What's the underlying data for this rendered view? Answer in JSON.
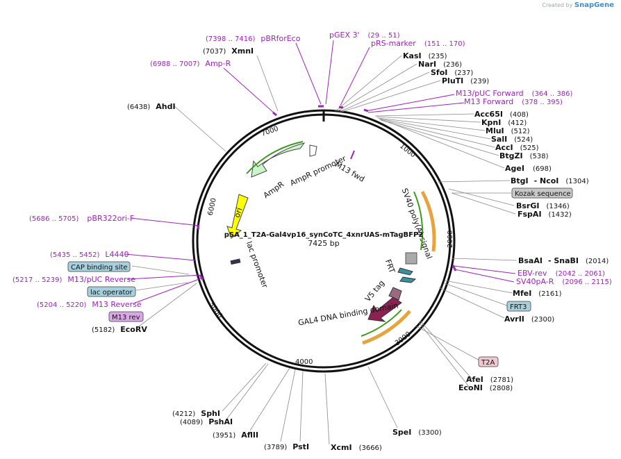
{
  "watermark": {
    "prefix": "Created by",
    "brand": "SnapGene"
  },
  "plasmid": {
    "name": "pSA_1_T2A-Gal4vp16_synCoTC_4xnrUAS-mTagBFP2",
    "length": "7425 bp"
  },
  "ticks": [
    "1000",
    "2000",
    "3000",
    "4000",
    "5000",
    "6000",
    "7000"
  ],
  "enzymes": [
    {
      "name": "KasI",
      "pos": "(235)"
    },
    {
      "name": "NarI",
      "pos": "(236)"
    },
    {
      "name": "SfoI",
      "pos": "(237)"
    },
    {
      "name": "PluTI",
      "pos": "(239)"
    },
    {
      "name": "Acc65I",
      "pos": "(408)"
    },
    {
      "name": "KpnI",
      "pos": "(412)"
    },
    {
      "name": "MluI",
      "pos": "(512)"
    },
    {
      "name": "SalI",
      "pos": "(524)"
    },
    {
      "name": "AccI",
      "pos": "(525)"
    },
    {
      "name": "BtgZI",
      "pos": "(538)"
    },
    {
      "name": "AgeI",
      "pos": "(698)"
    },
    {
      "name": "BtgI",
      "pos": "- NcoI",
      "extra": "(1304)"
    },
    {
      "name": "BsrGI",
      "pos": "(1346)"
    },
    {
      "name": "FspAI",
      "pos": "(1432)"
    },
    {
      "name": "BsaAI",
      "pos": "- SnaBI",
      "extra": "(2014)"
    },
    {
      "name": "MfeI",
      "pos": "(2161)"
    },
    {
      "name": "AvrII",
      "pos": "(2300)"
    },
    {
      "name": "AfeI",
      "pos": "(2781)"
    },
    {
      "name": "EcoNI",
      "pos": "(2808)"
    },
    {
      "name": "SpeI",
      "pos": "(3300)"
    },
    {
      "name": "XcmI",
      "pos": "(3666)"
    },
    {
      "name": "PstI",
      "pos": "(3789)"
    },
    {
      "name": "AflII",
      "pos": "(3951)"
    },
    {
      "name": "PshAI",
      "pos": "(4089)"
    },
    {
      "name": "SphI",
      "pos": "(4212)"
    },
    {
      "name": "EcoRV",
      "pos": "(5182)"
    },
    {
      "name": "AhdI",
      "pos": "(6438)"
    },
    {
      "name": "XmnI",
      "pos": "(7037)"
    }
  ],
  "primers": [
    {
      "name": "pBRforEco",
      "pos": "(7398 .. 7416)"
    },
    {
      "name": "pGEX 3'",
      "pos": "(29 .. 51)"
    },
    {
      "name": "pRS-marker",
      "pos": "(151 .. 170)"
    },
    {
      "name": "Amp-R",
      "pos": "(6988 .. 7007)"
    },
    {
      "name": "M13/pUC Forward",
      "pos": "(364 .. 386)"
    },
    {
      "name": "M13 Forward",
      "pos": "(378 .. 395)"
    },
    {
      "name": "EBV-rev",
      "pos": "(2042 .. 2061)"
    },
    {
      "name": "SV40pA-R",
      "pos": "(2096 .. 2115)"
    },
    {
      "name": "pBR322ori-F",
      "pos": "(5686 .. 5705)"
    },
    {
      "name": "L4440",
      "pos": "(5435 .. 5452)"
    },
    {
      "name": "M13/pUC Reverse",
      "pos": "(5217 .. 5239)"
    },
    {
      "name": "M13 Reverse",
      "pos": "(5204 .. 5220)"
    }
  ],
  "boxed_features": [
    {
      "name": "Kozak sequence",
      "color": "#c8c8c8"
    },
    {
      "name": "CAP binding site",
      "color": "#a7d0dc"
    },
    {
      "name": "lac operator",
      "color": "#a7d0dc"
    },
    {
      "name": "M13 rev",
      "color": "#d9a6e6"
    },
    {
      "name": "FRT3",
      "color": "#a7d0dc"
    },
    {
      "name": "T2A",
      "color": "#f2c8d0"
    }
  ],
  "inner_features": [
    "AmpR promoter",
    "AmpR",
    "ori",
    "lac promoter",
    "M13 fwd",
    "SV40 poly(A) signal",
    "FRT",
    "V5 tag",
    "GAL4 DNA binding domain"
  ],
  "colors": {
    "ampr": "#c9f5c9",
    "ori": "#ffff00",
    "gal4": "#8b2252",
    "primer": "#a020c0",
    "orange_arrow": "#e8a33c",
    "green_arrow": "#3a9a1a"
  }
}
